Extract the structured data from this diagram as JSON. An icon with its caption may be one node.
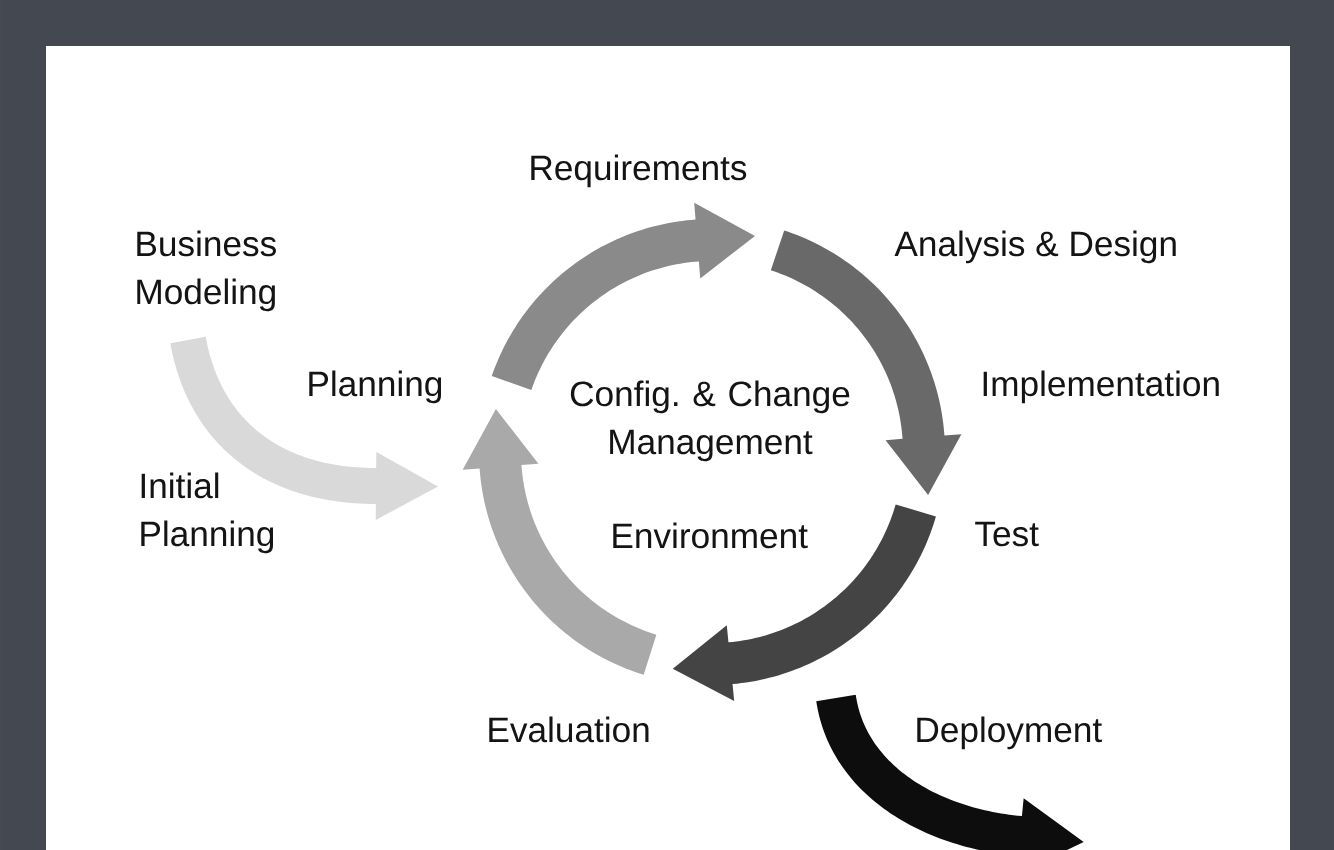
{
  "diagram": {
    "labels": [
      "Requirements",
      "Business Modeling",
      "Analysis & Design",
      "Planning",
      "Config. & Change Management",
      "Implementation",
      "Initial Planning",
      "Environment",
      "Test",
      "Evaluation",
      "Deployment"
    ]
  }
}
